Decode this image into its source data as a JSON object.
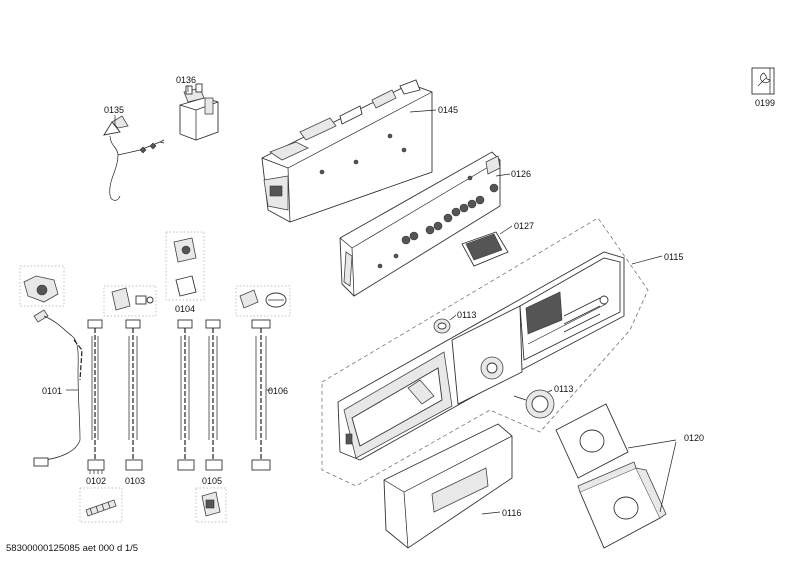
{
  "labels": {
    "p0135": "0135",
    "p0136": "0136",
    "p0145": "0145",
    "p0126": "0126",
    "p0127": "0127",
    "p0115": "0115",
    "p0113a": "0113",
    "p0113b": "0113",
    "p0116": "0116",
    "p0120": "0120",
    "p0101": "0101",
    "p0102": "0102",
    "p0103": "0103",
    "p0104": "0104",
    "p0105": "0105",
    "p0106": "0106",
    "p0199": "0199"
  },
  "footer": {
    "reference": "58300000125085 aet 000 d 1/5"
  },
  "icons": {
    "service": "wrench-icon"
  }
}
